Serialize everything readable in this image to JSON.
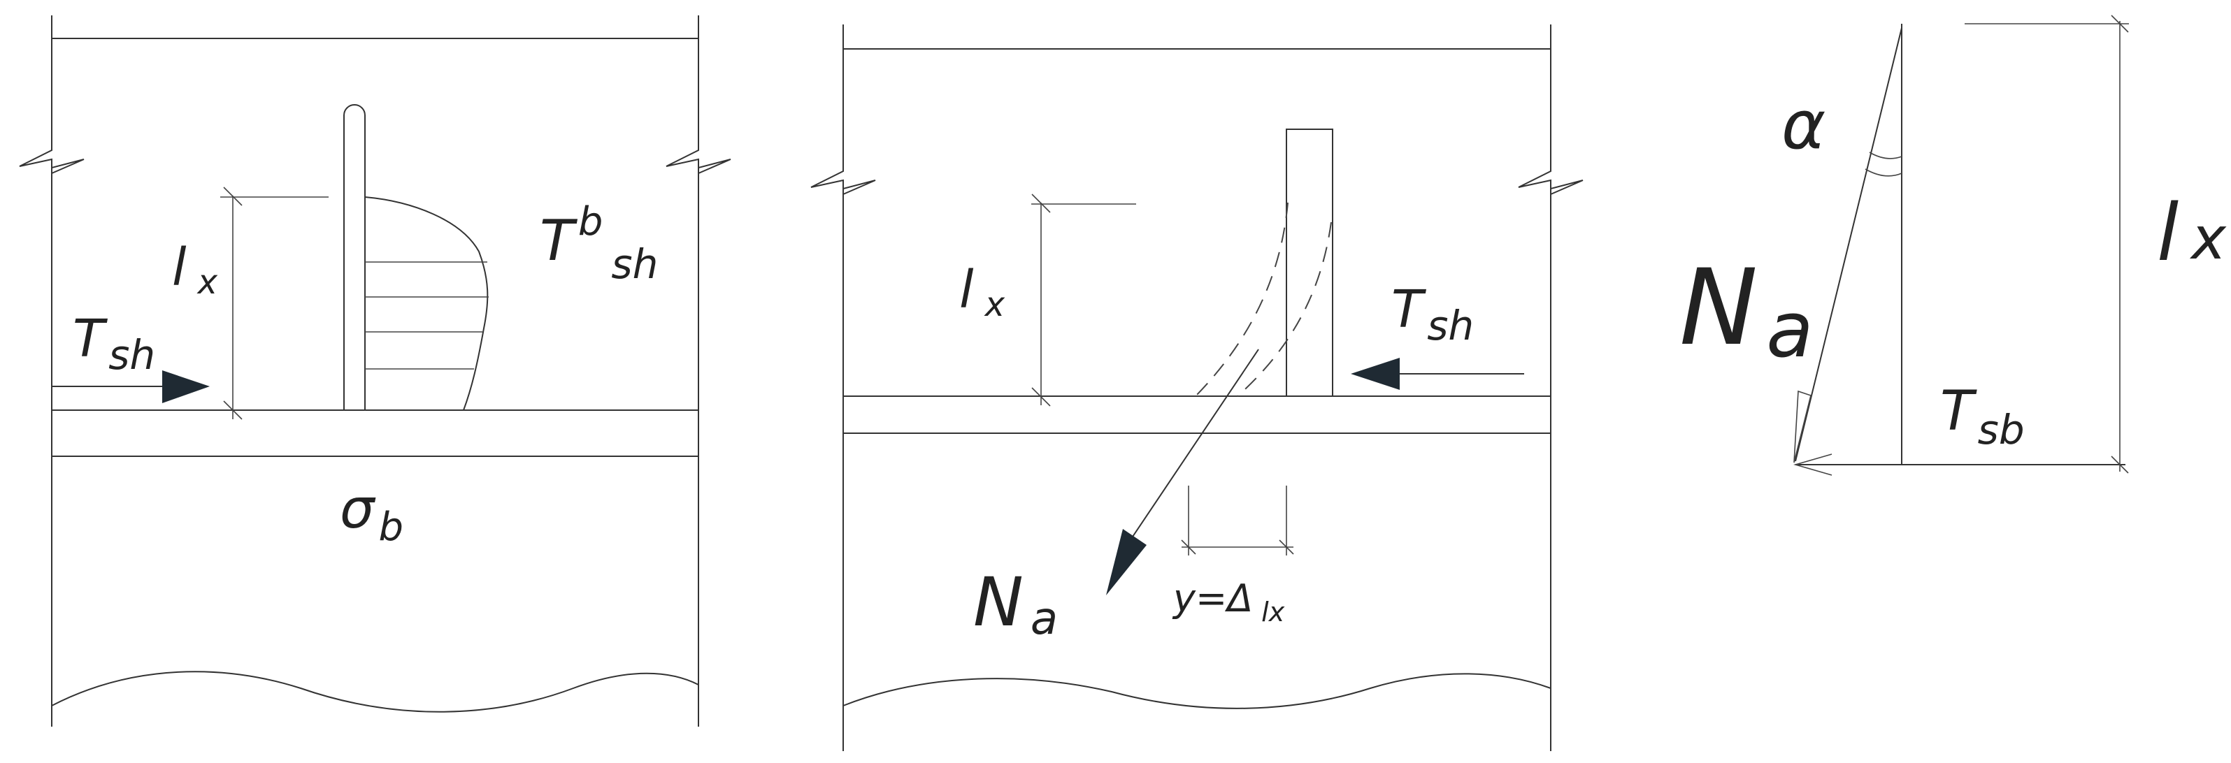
{
  "panels": [
    {
      "id": "left",
      "labels": {
        "lx": "l",
        "lx_sub": "x",
        "tsh": "T",
        "tsh_sub": "sh",
        "tbsh": "T",
        "tbsh_sup": "b",
        "tbsh_sub": "sh",
        "sigma": "σ",
        "sigma_sub": "b"
      }
    },
    {
      "id": "middle",
      "labels": {
        "lx": "l",
        "lx_sub": "x",
        "tsh": "T",
        "tsh_sub": "sh",
        "na": "N",
        "na_sub": "a",
        "y": "y=Δ",
        "y_sub": "lx"
      }
    },
    {
      "id": "right",
      "labels": {
        "alpha": "α",
        "na": "N",
        "na_sub": "a",
        "tsb": "T",
        "tsb_sub": "sb",
        "lx": "l",
        "lx_sub": "x"
      }
    }
  ],
  "colors": {
    "line": "#333333",
    "arrowhead": "#1f2a33",
    "text": "#222222"
  }
}
